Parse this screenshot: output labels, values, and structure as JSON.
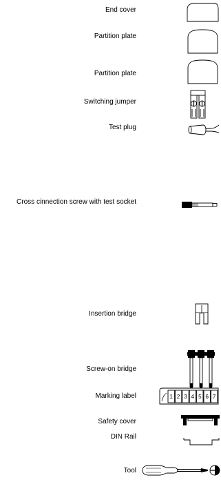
{
  "accessories": [
    {
      "label": "End cover",
      "icon": "end-cover-icon"
    },
    {
      "label": "Partition plate",
      "icon": "partition-plate-icon"
    },
    {
      "label": "Partition plate",
      "icon": "partition-plate-icon"
    },
    {
      "label": "Switching jumper",
      "icon": "switching-jumper-icon"
    },
    {
      "label": "Test plug",
      "icon": "test-plug-icon"
    },
    {
      "label": "Cross cinnection screw with test socket",
      "icon": "cross-connection-screw-icon"
    },
    {
      "label": "Insertion bridge",
      "icon": "insertion-bridge-icon"
    },
    {
      "label": "Screw-on bridge",
      "icon": "screw-on-bridge-icon"
    },
    {
      "label": "Marking label",
      "icon": "marking-label-icon",
      "numbers": [
        "1",
        "2",
        "3",
        "4",
        "5",
        "6",
        "7"
      ]
    },
    {
      "label": "Safety cover",
      "icon": "safety-cover-icon"
    },
    {
      "label": "DIN Rail",
      "icon": "din-rail-icon"
    },
    {
      "label": "Tool",
      "icon": "tool-icon"
    }
  ]
}
